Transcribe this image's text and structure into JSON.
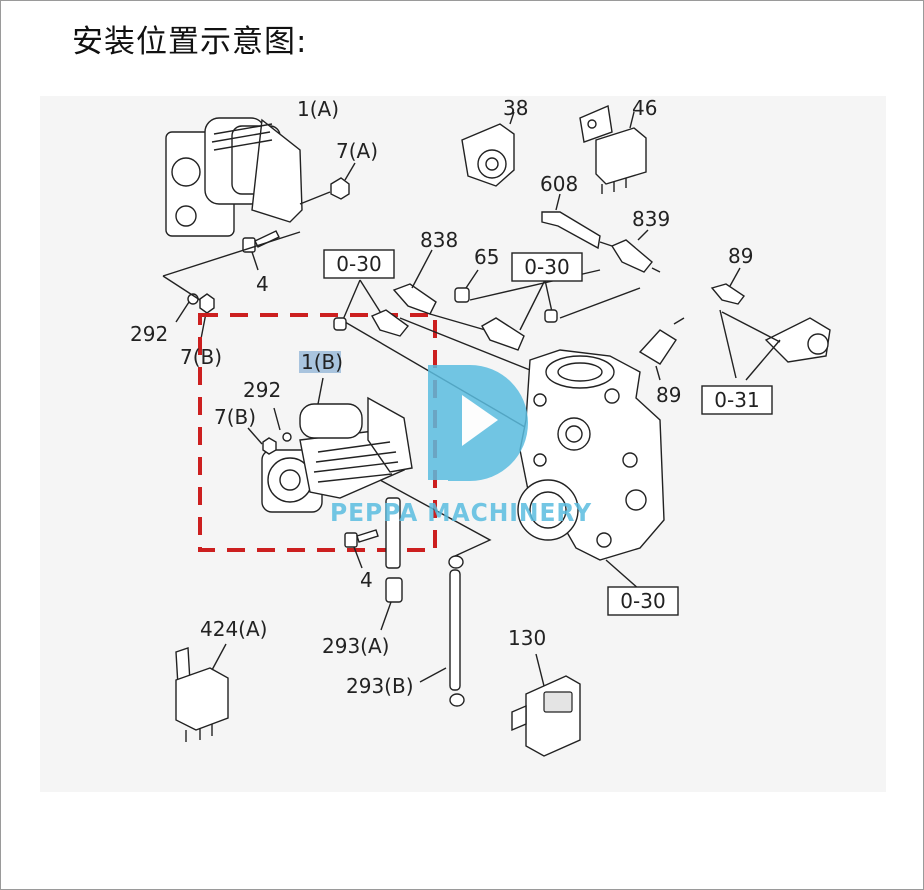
{
  "title": "安装位置示意图:",
  "watermark": "PEPPA MACHINERY",
  "colors": {
    "highlight": "#cc1f1f",
    "watermark": "#5bbde0",
    "selection": "#a9c4de"
  },
  "labels": {
    "l_1a": "1(A)",
    "l_7a": "7(A)",
    "l_4top": "4",
    "l_292top": "292",
    "l_7b_top": "7(B)",
    "l_1b": "1(B)",
    "l_292mid": "292",
    "l_7b_mid": "7(B)",
    "l_4mid": "4",
    "l_38": "38",
    "l_46": "46",
    "l_608": "608",
    "l_839": "839",
    "l_838": "838",
    "l_65": "65",
    "l_89a": "89",
    "l_89b": "89",
    "l_293a": "293(A)",
    "l_293b": "293(B)",
    "l_424a": "424(A)",
    "l_130": "130"
  },
  "boxes": {
    "b_o30_left": "0-30",
    "b_o30_mid": "0-30",
    "b_o31": "0-31",
    "b_o30_bottom": "0-30"
  }
}
